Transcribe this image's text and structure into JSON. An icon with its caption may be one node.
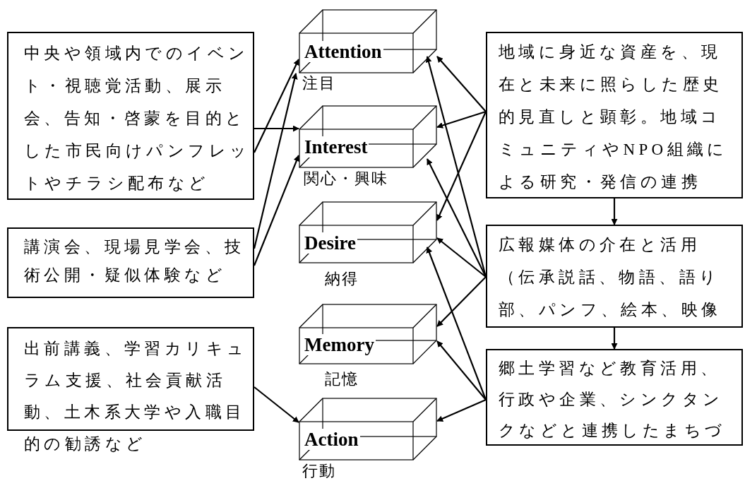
{
  "diagram": {
    "nodes": [
      {
        "text": [
          "中央や領域内でのイベント・視聴覚活動、展示会、告知・啓蒙を目的とした市民向けパンフレットやチラシ配布など"
        ]
      },
      {
        "text": [
          "講演会、現場見学会、技術公開・疑似体験など"
        ]
      },
      {
        "text": [
          "出前講義、学習カリキュラム支援、社会貢献活動、土木系大学や入職目的の勧誘など"
        ]
      },
      {
        "text": [
          "Attention"
        ],
        "beside": [
          "注目"
        ]
      },
      {
        "text": [
          "Interest"
        ],
        "beside": [
          "関心・興味"
        ]
      },
      {
        "text": [
          "Desire"
        ],
        "beside": [
          "納得"
        ]
      },
      {
        "text": [
          "Memory"
        ],
        "beside": [
          "記憶"
        ]
      },
      {
        "text": [
          "Action"
        ],
        "beside": [
          "行動"
        ]
      },
      {
        "text": [
          "地域に身近な資産を、現在と未来に照らした歴史的見直しと顕彰。地域コミュニティやNPO組織による研究・発信の連携"
        ]
      },
      {
        "text": [
          "広報媒体の介在と活用（伝承説話、物語、語り部、パンフ、絵本、映像"
        ]
      },
      {
        "text": [
          "郷土学習など教育活用、行政や企業、シンクタンクなどと連携したまちづ"
        ]
      }
    ],
    "edges": [
      {
        "from": 0,
        "to": 3,
        "arrow": "to"
      },
      {
        "from": 0,
        "to": 4,
        "arrow": "to"
      },
      {
        "from": 1,
        "to": 3,
        "arrow": "to"
      },
      {
        "from": 1,
        "to": 4,
        "arrow": "to"
      },
      {
        "from": 2,
        "to": 7,
        "arrow": "to"
      },
      {
        "from": 8,
        "to": 3,
        "arrow": "to"
      },
      {
        "from": 8,
        "to": 4,
        "arrow": "to"
      },
      {
        "from": 8,
        "to": 5,
        "arrow": "to"
      },
      {
        "from": 9,
        "to": 3,
        "arrow": "to"
      },
      {
        "from": 9,
        "to": 4,
        "arrow": "to"
      },
      {
        "from": 9,
        "to": 5,
        "arrow": "to"
      },
      {
        "from": 9,
        "to": 6,
        "arrow": "to"
      },
      {
        "from": 10,
        "to": 5,
        "arrow": "to"
      },
      {
        "from": 10,
        "to": 6,
        "arrow": "to"
      },
      {
        "from": 10,
        "to": 7,
        "arrow": "to"
      },
      {
        "from": 8,
        "to": 9,
        "arrow": "to"
      },
      {
        "from": 9,
        "to": 10,
        "arrow": "to"
      }
    ]
  }
}
